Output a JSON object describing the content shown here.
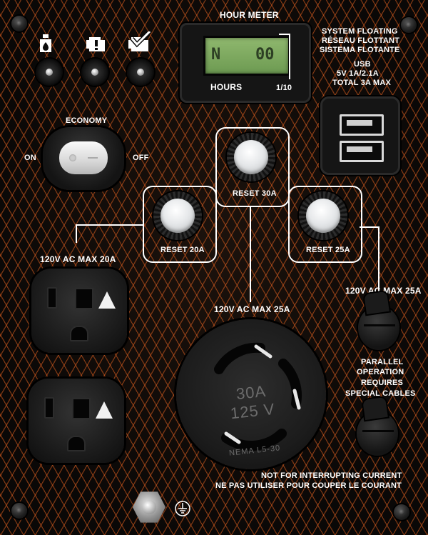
{
  "hour_meter": {
    "title": "HOUR METER",
    "lcd_left": "N",
    "lcd_right": "00",
    "hours_label": "HOURS",
    "scale_label": "1/10"
  },
  "system_floating": {
    "line1": "SYSTEM FLOATING",
    "line2": "RÉSEAU FLOTTANT",
    "line3": "SISTEMA FLOTANTE"
  },
  "usb": {
    "line1": "USB",
    "line2": "5V 1A/2.1A",
    "line3": "TOTAL 3A MAX"
  },
  "economy": {
    "title": "ECONOMY",
    "on_label": "ON",
    "off_label": "OFF"
  },
  "breakers": {
    "reset_30": "RESET 30A",
    "reset_20": "RESET 20A",
    "reset_25": "RESET 25A"
  },
  "outlets": {
    "left_label": "120V AC MAX 20A",
    "center_label": "120V AC MAX 25A",
    "right_label": "120V AC MAX 25A",
    "twist_line1": "30A",
    "twist_line2": "125 V",
    "twist_nema": "NEMA L5-30"
  },
  "parallel": {
    "line1": "PARALLEL",
    "line2": "OPERATION",
    "line3": "REQUIRES",
    "line4": "SPECIAL CABLES"
  },
  "warning": {
    "line1": "NOT FOR INTERRUPTING CURRENT",
    "line2": "NE PAS UTILISER POUR COUPER LE COURANT"
  },
  "icons": {
    "oil": "oil-level-icon",
    "overload": "overload-warning-icon",
    "output_ready": "output-ready-icon",
    "ground": "ground-symbol-icon"
  },
  "colors": {
    "panel_black": "#0c0c0c",
    "mesh_orange": "#d65c1e",
    "lcd_green": "#8fb86e",
    "label_white": "#ffffff"
  }
}
